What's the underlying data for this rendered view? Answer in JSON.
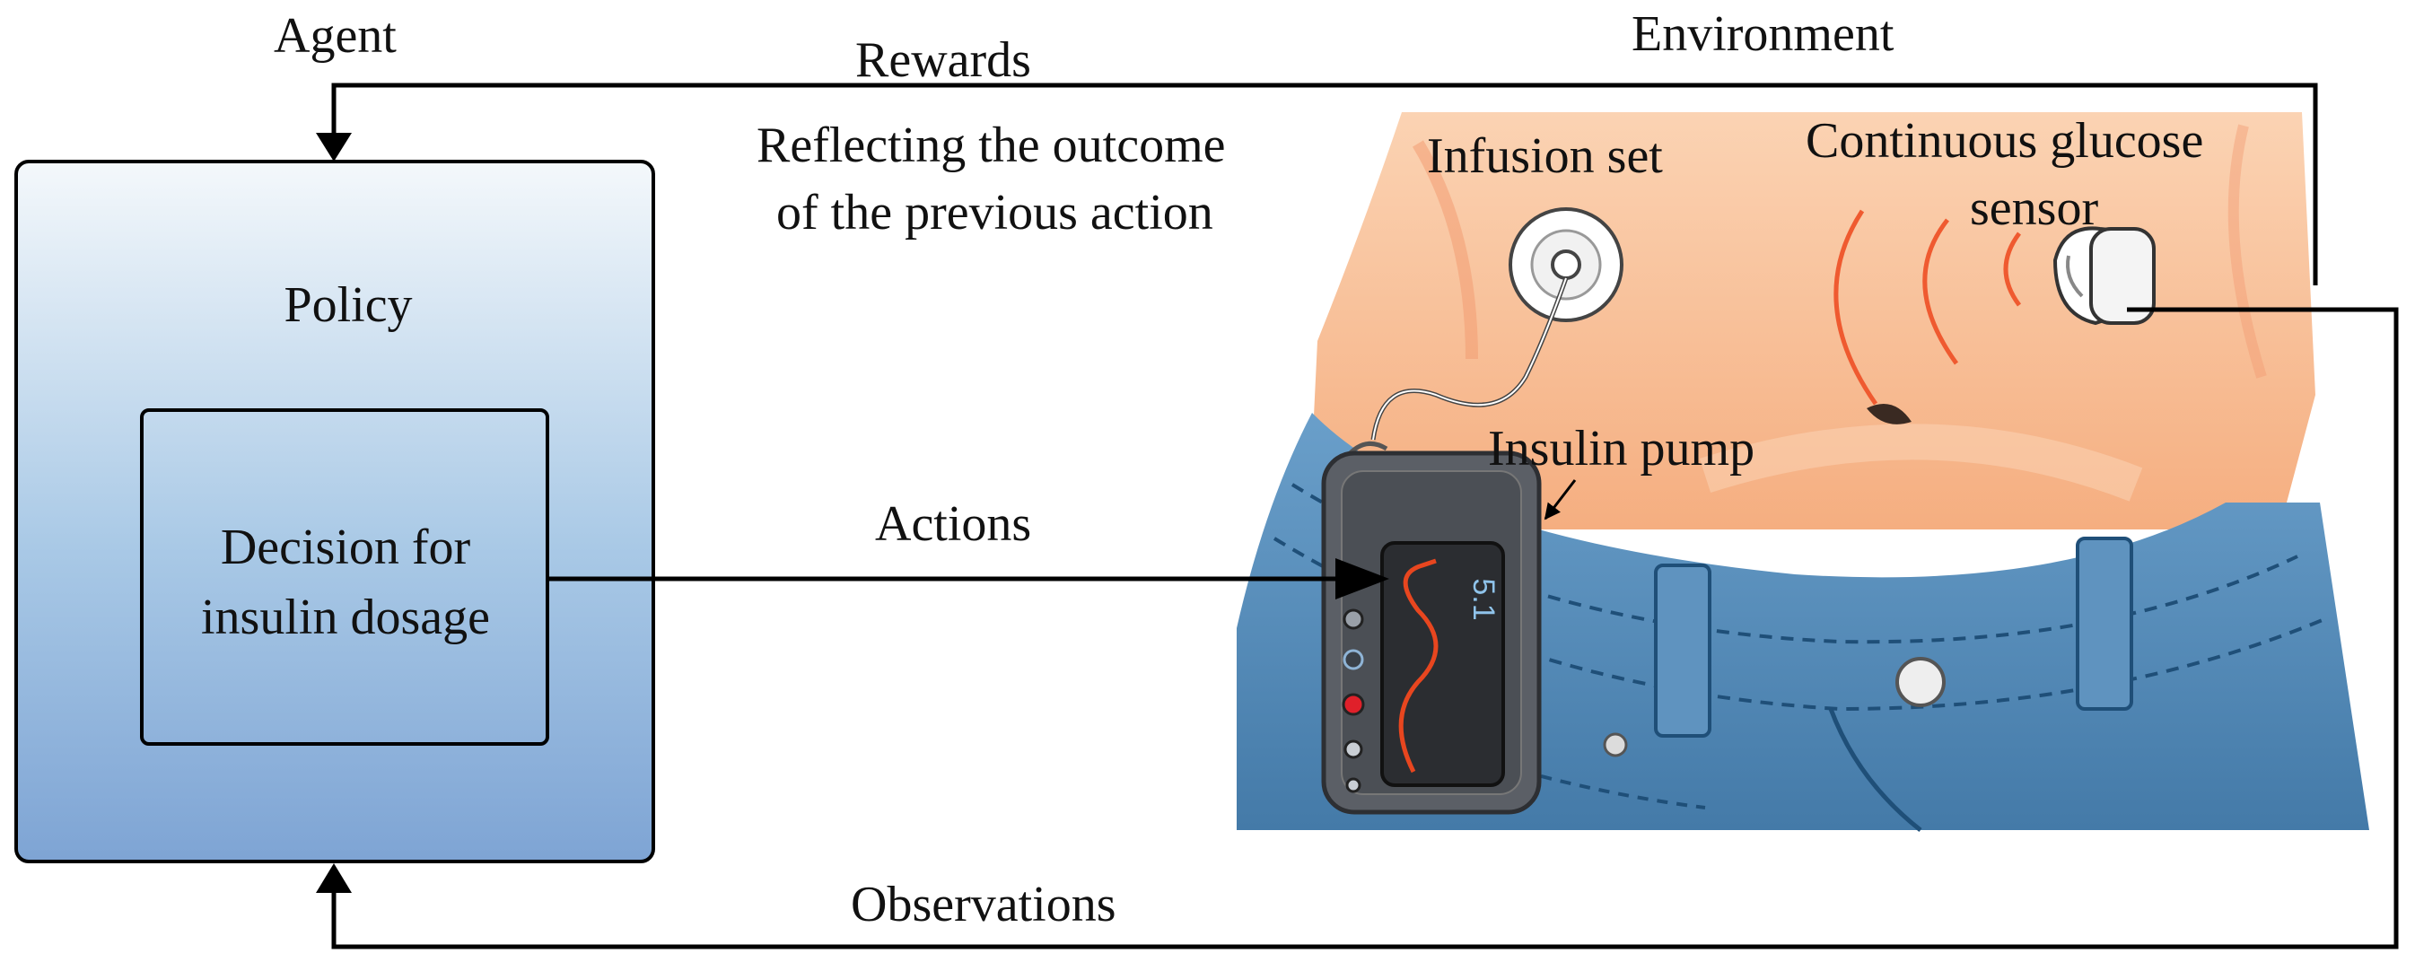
{
  "labels": {
    "agent": "Agent",
    "environment": "Environment",
    "rewards": "Rewards",
    "rewards_desc_line1": "Reflecting the outcome",
    "rewards_desc_line2": "of the previous action",
    "policy": "Policy",
    "decision_line1": "Decision for",
    "decision_line2": "insulin dosage",
    "actions": "Actions",
    "observations": "Observations",
    "infusion_set": "Infusion set",
    "cgm_line1": "Continuous glucose",
    "cgm_line2": "sensor",
    "insulin_pump": "Insulin pump",
    "pump_readout": "5.1"
  },
  "colors": {
    "agent_box_top": "#f4f8fb",
    "agent_box_bottom": "#7ea4d4",
    "skin": "#f7b98c",
    "denim": "#5389b7",
    "pump_body": "#4b4f55",
    "pump_screen": "#2b2d31",
    "glucose_trace": "#e8461f",
    "signal_waves": "#ef5a30",
    "record_button": "#e0202a",
    "line": "#000000"
  },
  "icons": {
    "pump": "insulin-pump-icon",
    "infusion": "infusion-set-icon",
    "sensor": "glucose-sensor-icon"
  }
}
